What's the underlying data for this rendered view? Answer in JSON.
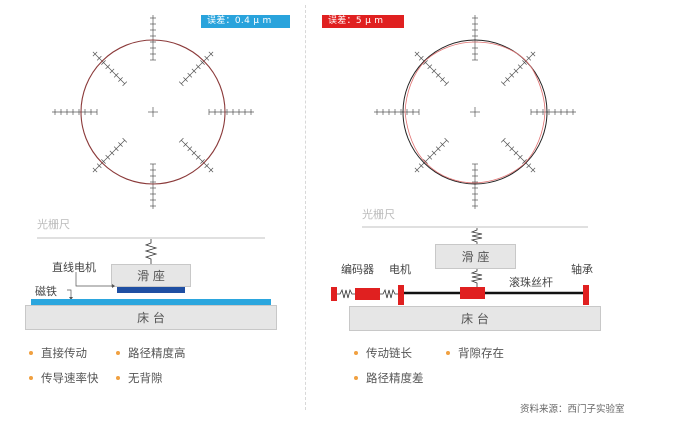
{
  "left_panel": {
    "badge": {
      "text": "误差：0.4 μ m",
      "color": "#29a3dc"
    },
    "chart": {
      "circle_color": "#8b3a3a",
      "error_um": 0.4
    },
    "grating_label": "光栅尺",
    "slide_label": "滑 座",
    "motor_label": "直线电机",
    "magnet_label": "磁铁",
    "bed_label": "床 台",
    "colors": {
      "motor": "#1f4fa3",
      "magnet": "#2ba6de",
      "box": "#e6e6e6"
    },
    "bullets": [
      "直接传动",
      "路径精度高",
      "传导速率快",
      "无背隙"
    ]
  },
  "right_panel": {
    "badge": {
      "text": "误差：5 μ m",
      "color": "#e02020"
    },
    "chart": {
      "reference_color": "#222222",
      "measured_color": "#e07070",
      "error_um": 5
    },
    "grating_label": "光栅尺",
    "slide_label": "滑 座",
    "encoder_label": "编码器",
    "motor_label": "电机",
    "ballscrew_label": "滚珠丝杆",
    "bearing_label": "轴承",
    "bed_label": "床 台",
    "colors": {
      "component": "#e02020",
      "screw": "#111111"
    },
    "bullets": [
      "传动链长",
      "背隙存在",
      "路径精度差"
    ]
  },
  "footer": {
    "source": "资料来源：西门子实验室"
  }
}
